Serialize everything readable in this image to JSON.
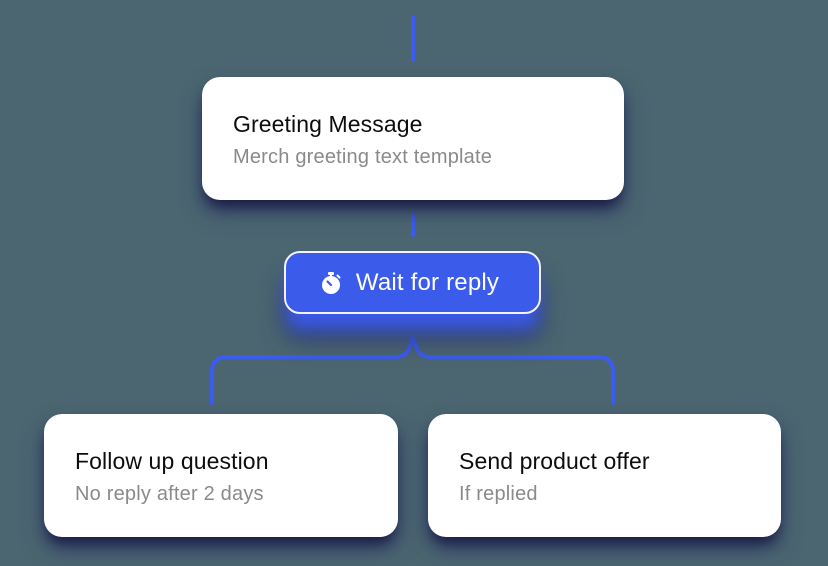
{
  "colors": {
    "background": "#4b6670",
    "accent": "#3b5ceb",
    "card": "#ffffff",
    "title_text": "#0d0d0d",
    "subtitle_text": "#8a8a8a"
  },
  "nodes": {
    "greeting": {
      "title": "Greeting Message",
      "subtitle": "Merch greeting text template"
    },
    "wait": {
      "icon": "stopwatch-icon",
      "label": "Wait for reply"
    },
    "branches": [
      {
        "title": "Follow up question",
        "subtitle": "No reply after 2 days"
      },
      {
        "title": "Send product offer",
        "subtitle": "If replied"
      }
    ]
  }
}
